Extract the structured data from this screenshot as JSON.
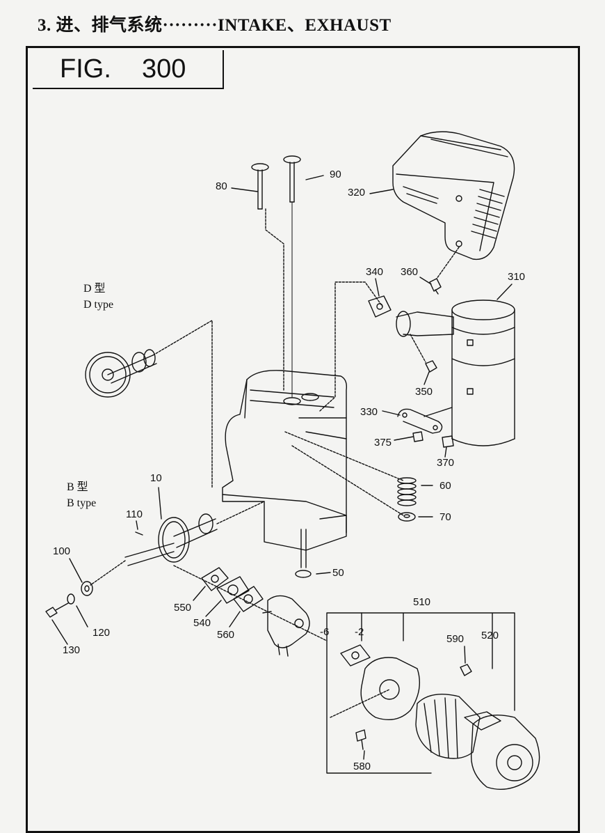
{
  "header": {
    "title": "3. 进、排气系统·········INTAKE、EXHAUST"
  },
  "figure": {
    "label": "FIG.",
    "number": "300"
  },
  "type_labels": {
    "d_cn": "D 型",
    "d_en": "D type",
    "b_cn": "B 型",
    "b_en": "B type"
  },
  "callouts": {
    "p80": "80",
    "p90": "90",
    "p320": "320",
    "p340": "340",
    "p360": "360",
    "p310": "310",
    "p350": "350",
    "p330": "330",
    "p375": "375",
    "p370": "370",
    "p60": "60",
    "p70": "70",
    "p10": "10",
    "p110": "110",
    "p100": "100",
    "p50": "50",
    "p550": "550",
    "p540": "540",
    "p560": "560",
    "p120": "120",
    "p130": "130",
    "p510": "510",
    "p520": "520",
    "p590": "590",
    "s6": "-6",
    "s2": "-2",
    "p580": "580"
  }
}
